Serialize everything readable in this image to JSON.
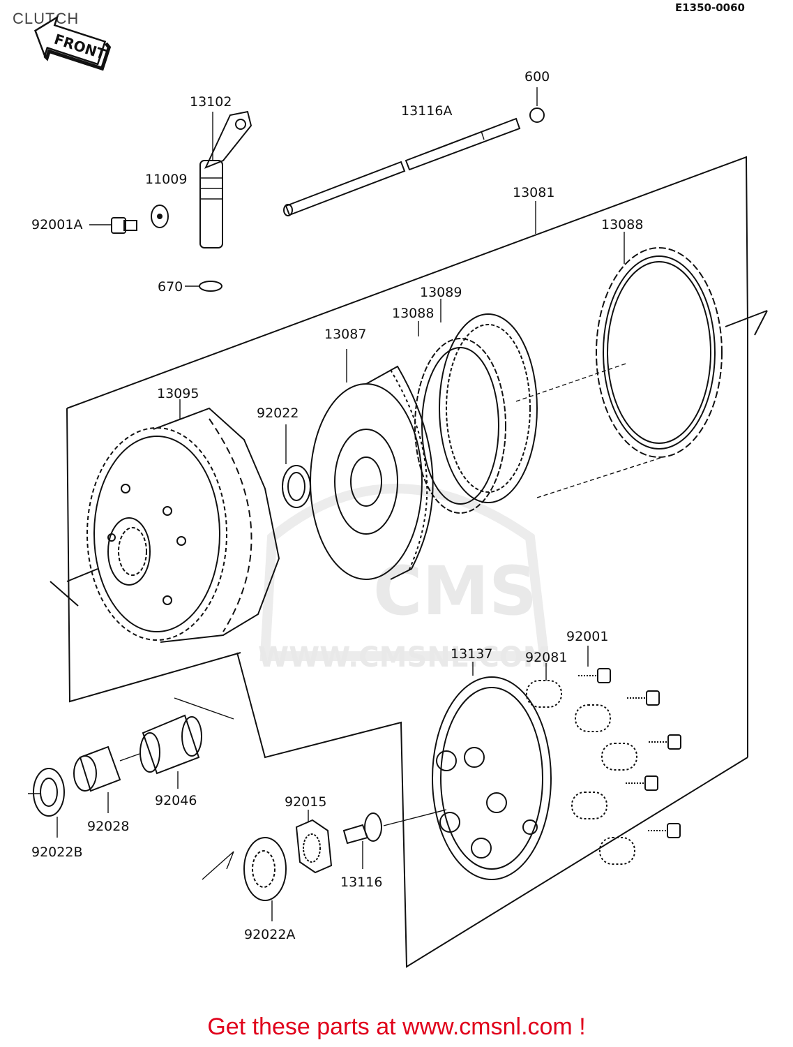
{
  "page": {
    "title": "CLUTCH",
    "diagram_code": "E1350-0060",
    "front_arrow": "FRONT",
    "footer": "Get these parts at www.cmsnl.com !",
    "watermark_logo": "CMS",
    "watermark_url": "WWW.CMSNL.COM"
  },
  "parts": {
    "p600": "600",
    "p13116A": "13116A",
    "p13102": "13102",
    "p11009": "11009",
    "p92001A": "92001A",
    "p670": "670",
    "p13081": "13081",
    "p13088a": "13088",
    "p13089": "13089",
    "p13088b": "13088",
    "p13087": "13087",
    "p13095": "13095",
    "p92022": "92022",
    "p92001": "92001",
    "p13137": "13137",
    "p92081": "92081",
    "p92015": "92015",
    "p92046": "92046",
    "p92028": "92028",
    "p92022B": "92022B",
    "p13116": "13116",
    "p92022A": "92022A"
  },
  "colors": {
    "footer": "#e0001b",
    "lines": "#111111",
    "watermark": "#e9e9e9"
  }
}
